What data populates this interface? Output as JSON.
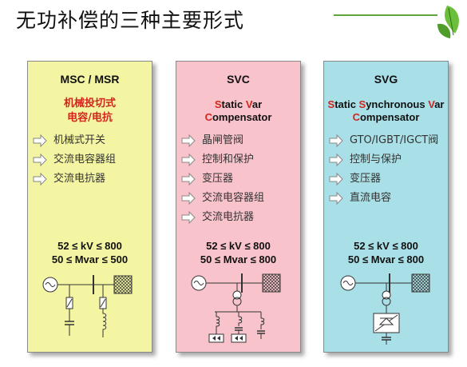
{
  "page": {
    "title": "无功补偿的三种主要形式"
  },
  "panels": [
    {
      "title": "MSC / MSR",
      "subtitle_lines": [
        "机械投切式",
        "电容/电抗"
      ],
      "items": [
        "机械式开关",
        "交流电容器组",
        "交流电抗器"
      ],
      "kv_range": "52 ≤ kV ≤ 800",
      "mvar_range": "50 ≤ Mvar ≤ 500",
      "background": "#f4f5a2"
    },
    {
      "title": "SVC",
      "subtitle_line1": [
        {
          "t": "S",
          "red": true
        },
        {
          "t": "tatic ",
          "red": false
        },
        {
          "t": "V",
          "red": true
        },
        {
          "t": "ar",
          "red": false
        }
      ],
      "subtitle_line2": [
        {
          "t": "C",
          "red": true
        },
        {
          "t": "ompensator",
          "red": false
        }
      ],
      "items": [
        "晶闸管阀",
        "控制和保护",
        "变压器",
        "交流电容器组",
        "交流电抗器"
      ],
      "kv_range": "52 ≤ kV ≤ 800",
      "mvar_range": "50 ≤ Mvar ≤ 800",
      "background": "#f9c3cb"
    },
    {
      "title": "SVG",
      "subtitle_line1": [
        {
          "t": "S",
          "red": true
        },
        {
          "t": "tatic ",
          "red": false
        },
        {
          "t": "S",
          "red": true
        },
        {
          "t": "ynchronous ",
          "red": false
        },
        {
          "t": "V",
          "red": true
        },
        {
          "t": "ar",
          "red": false
        }
      ],
      "subtitle_line2": [
        {
          "t": "C",
          "red": true
        },
        {
          "t": "ompensator",
          "red": false
        }
      ],
      "items": [
        "GTO/IGBT/IGCT阀",
        "控制与保护",
        "变压器",
        "直流电容"
      ],
      "kv_range": "52 ≤ kV ≤ 800",
      "mvar_range": "50 ≤ Mvar ≤ 800",
      "background": "#a9dfe6"
    }
  ],
  "colors": {
    "accent_red": "#d0261e",
    "title_line": "#5fa53a"
  }
}
